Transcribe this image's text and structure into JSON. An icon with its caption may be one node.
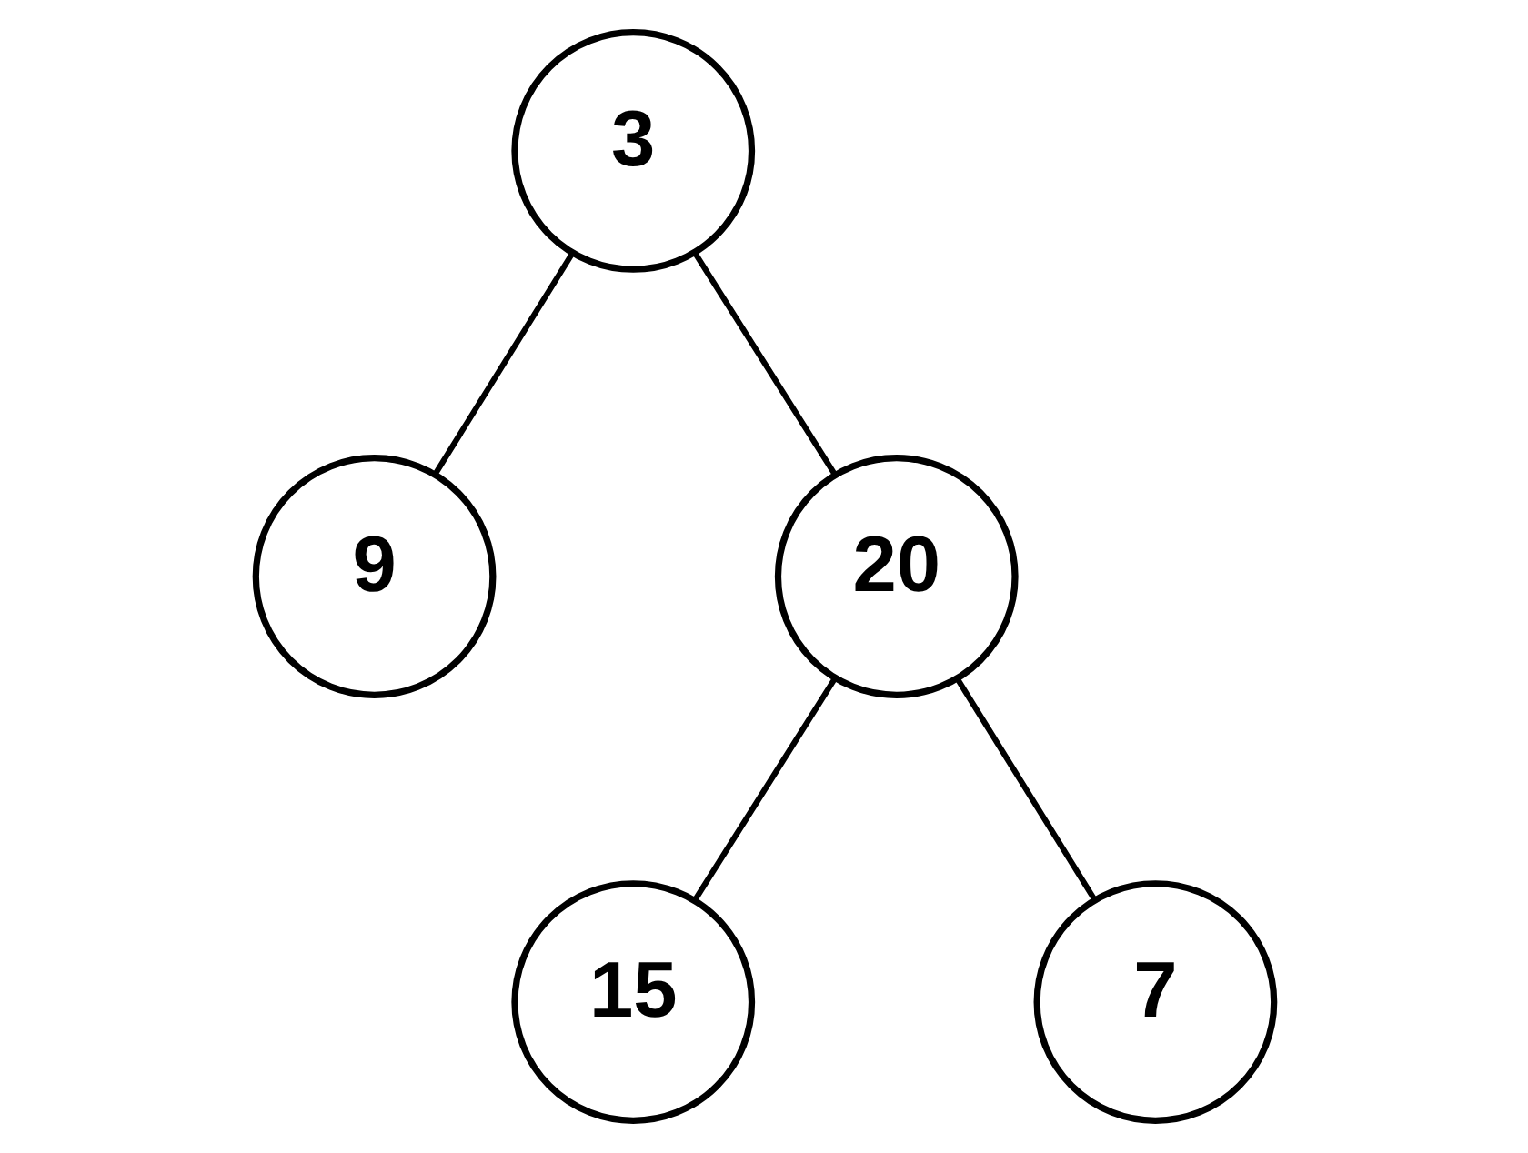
{
  "diagram": {
    "nodes": [
      {
        "text": [
          "3"
        ]
      },
      {
        "text": [
          "9"
        ]
      },
      {
        "text": [
          "20"
        ]
      },
      {
        "text": [
          "15"
        ]
      },
      {
        "text": [
          "7"
        ]
      }
    ],
    "edges": [
      {
        "from": 0,
        "to": 1,
        "arrow": "none"
      },
      {
        "from": 0,
        "to": 2,
        "arrow": "none"
      },
      {
        "from": 2,
        "to": 3,
        "arrow": "none"
      },
      {
        "from": 2,
        "to": 4,
        "arrow": "none"
      }
    ]
  }
}
